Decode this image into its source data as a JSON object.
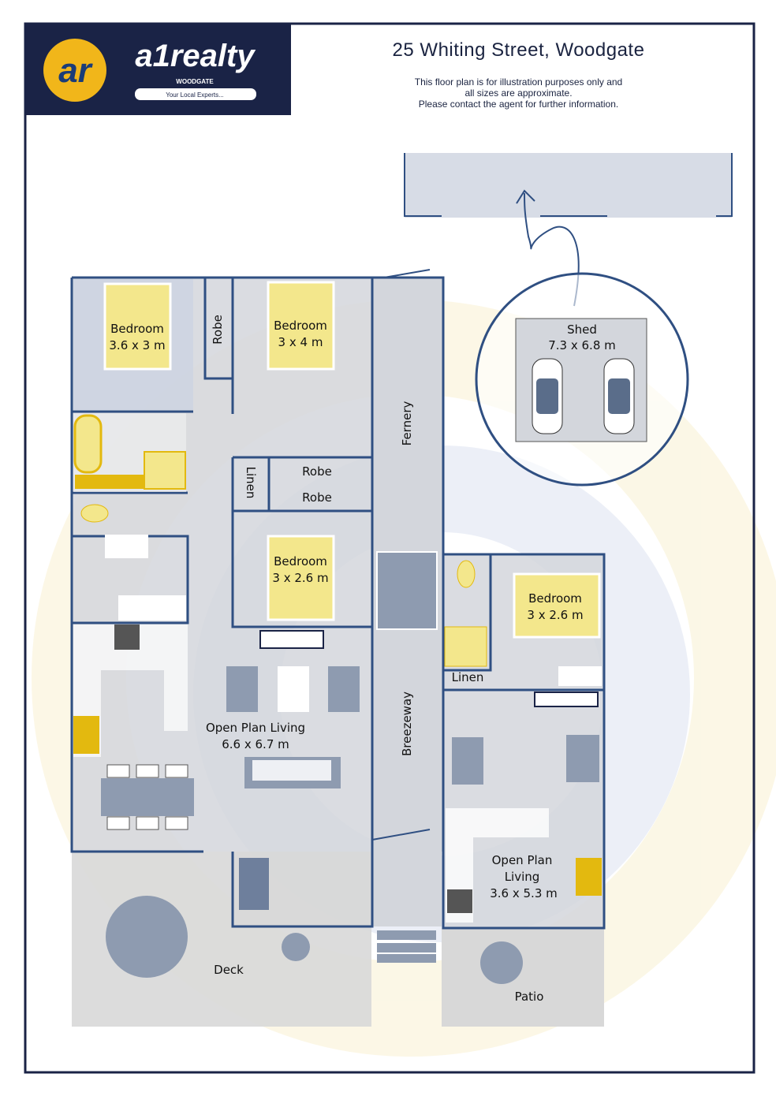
{
  "brand": {
    "name": "a1realty",
    "mark": "ar",
    "branch": "WOODGATE",
    "tagline": "Your Local Experts..."
  },
  "header": {
    "title": "25 Whiting Street, Woodgate",
    "disclaimer": [
      "This floor plan is for illustration purposes only and",
      "all sizes are approximate.",
      "Please contact the agent for further information."
    ]
  },
  "rooms": {
    "bed1": {
      "name": "Bedroom",
      "size": "3.6 x 3 m"
    },
    "robe1": "Robe",
    "bed2": {
      "name": "Bedroom",
      "size": "3 x 4 m"
    },
    "fernery": "Fernery",
    "linen1": "Linen",
    "robe2": "Robe",
    "robe3": "Robe",
    "bed3": {
      "name": "Bedroom",
      "size": "3 x 2.6 m"
    },
    "living1": {
      "name": "Open Plan Living",
      "size": "6.6 x 6.7 m"
    },
    "breezeway": "Breezeway",
    "bed4": {
      "name": "Bedroom",
      "size": "3 x 2.6 m"
    },
    "linen2": "Linen",
    "living2": {
      "name1": "Open Plan",
      "name2": "Living",
      "size": "3.6 x 5.3 m"
    },
    "deck": "Deck",
    "patio": "Patio",
    "shed": {
      "name": "Shed",
      "size": "7.3 x 6.8 m"
    }
  },
  "colors": {
    "navy": "#1a2346",
    "wall": "#2f4f82",
    "floor": "#d3d6dc",
    "yellow": "#f3e78c",
    "gold": "#e3b90f"
  }
}
